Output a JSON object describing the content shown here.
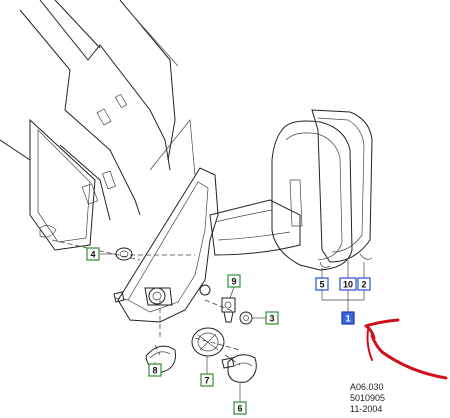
{
  "callouts": {
    "c4": "4",
    "c9": "9",
    "c3": "3",
    "c8": "8",
    "c7": "7",
    "c6": "6",
    "c5": "5",
    "c10": "10",
    "c2": "2",
    "c1": "1"
  },
  "caption": {
    "line1": "A06.030",
    "line2": "5010905",
    "line3": "11-2004"
  },
  "colors": {
    "green_box": "#2f8f2f",
    "blue_box": "#2a4fd1",
    "highlight_fill": "#3b66e0",
    "red_arrow": "#d0101b",
    "line": "#222222"
  }
}
